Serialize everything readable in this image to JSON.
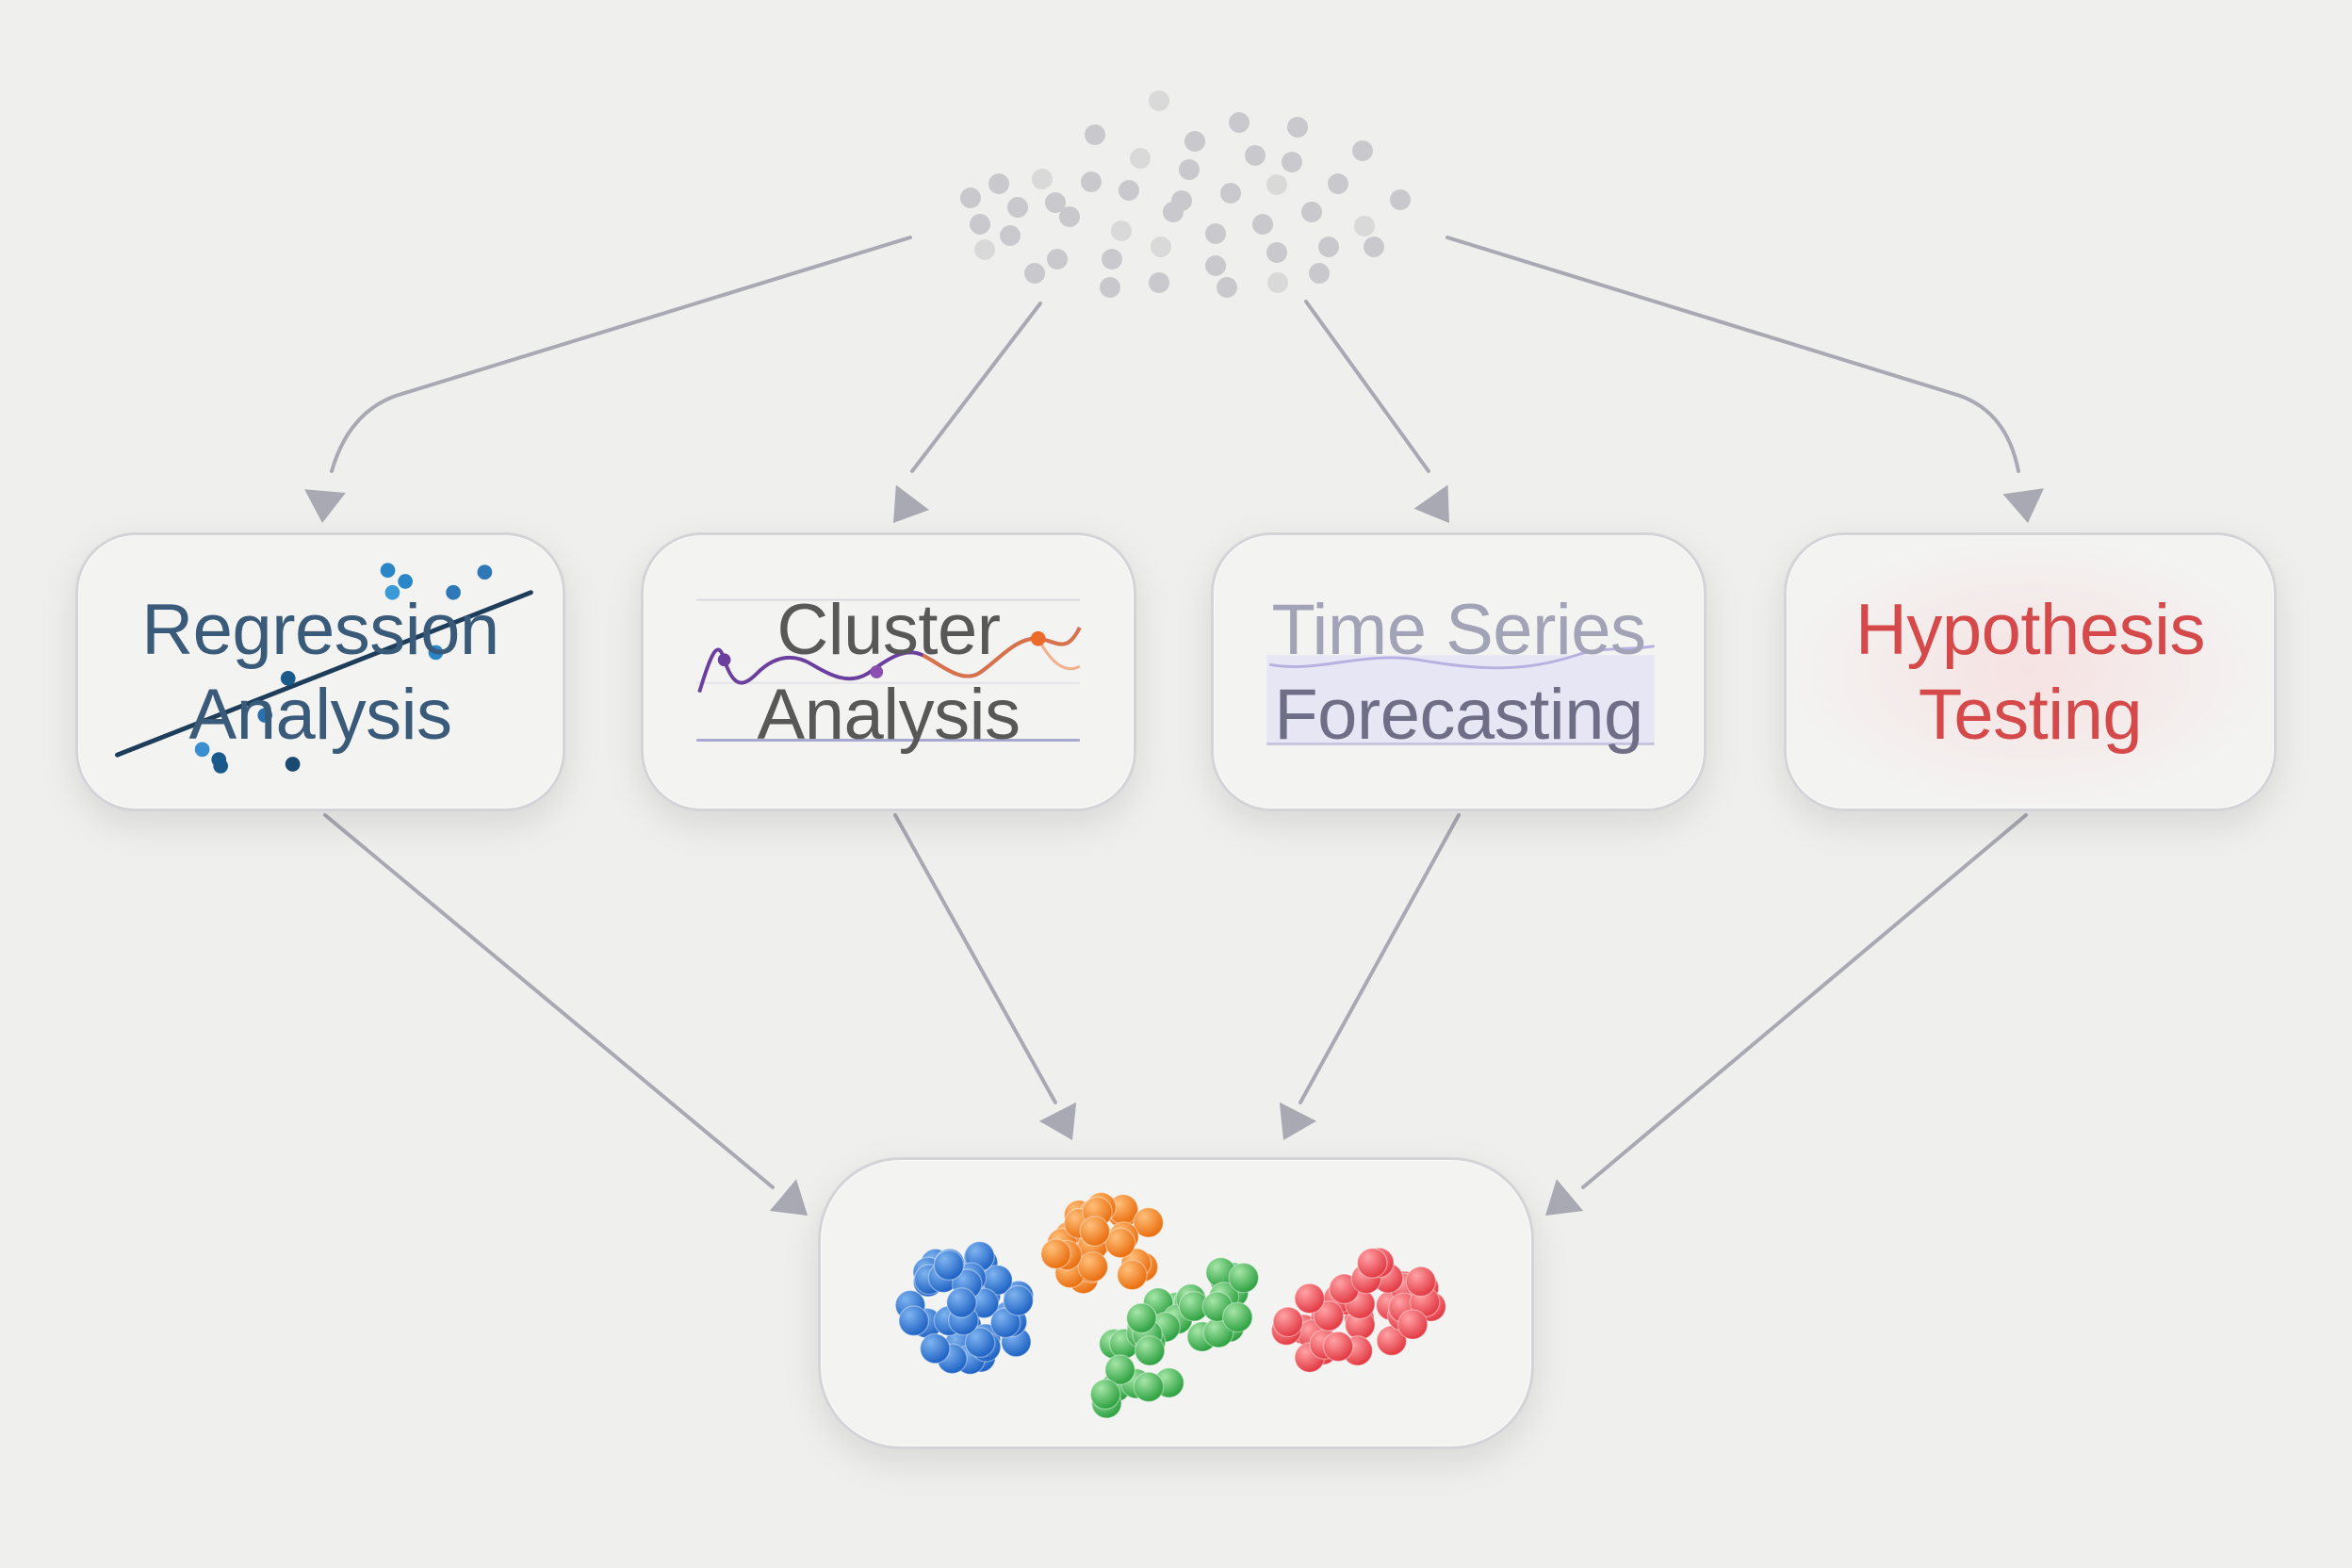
{
  "colors": {
    "background": "#efefed",
    "arrow": "#a9a9b3",
    "regression_text": "#3a5a7a",
    "cluster_text": "#5a5a5a",
    "timeseries_title": "#a3a3b8",
    "timeseries_subtitle": "#6e6e86",
    "hypothesis_text": "#d5494a",
    "cluster_blue": "#1f72d4",
    "cluster_orange": "#ef7d1c",
    "cluster_green": "#3aae4a",
    "cluster_red": "#e9454d",
    "input_dots": "#c4c4c8"
  },
  "nodes": {
    "regression": {
      "line1": "Regression",
      "line2": "Analysis",
      "icon": "scatter-trendline-icon"
    },
    "cluster": {
      "line1": "Cluster",
      "line2": "Analysis",
      "icon": "line-chart-icon"
    },
    "timeseries": {
      "line1": "Time Series",
      "line2": "Forecasting",
      "icon": "forecast-band-icon"
    },
    "hypothesis": {
      "line1": "Hypothesis",
      "line2": "Testing",
      "icon": "none"
    },
    "output": {
      "icon": "grouped-clusters-icon",
      "groups": [
        "blue",
        "orange",
        "green",
        "red"
      ]
    }
  },
  "input": {
    "icon": "scattered-data-points-icon"
  }
}
